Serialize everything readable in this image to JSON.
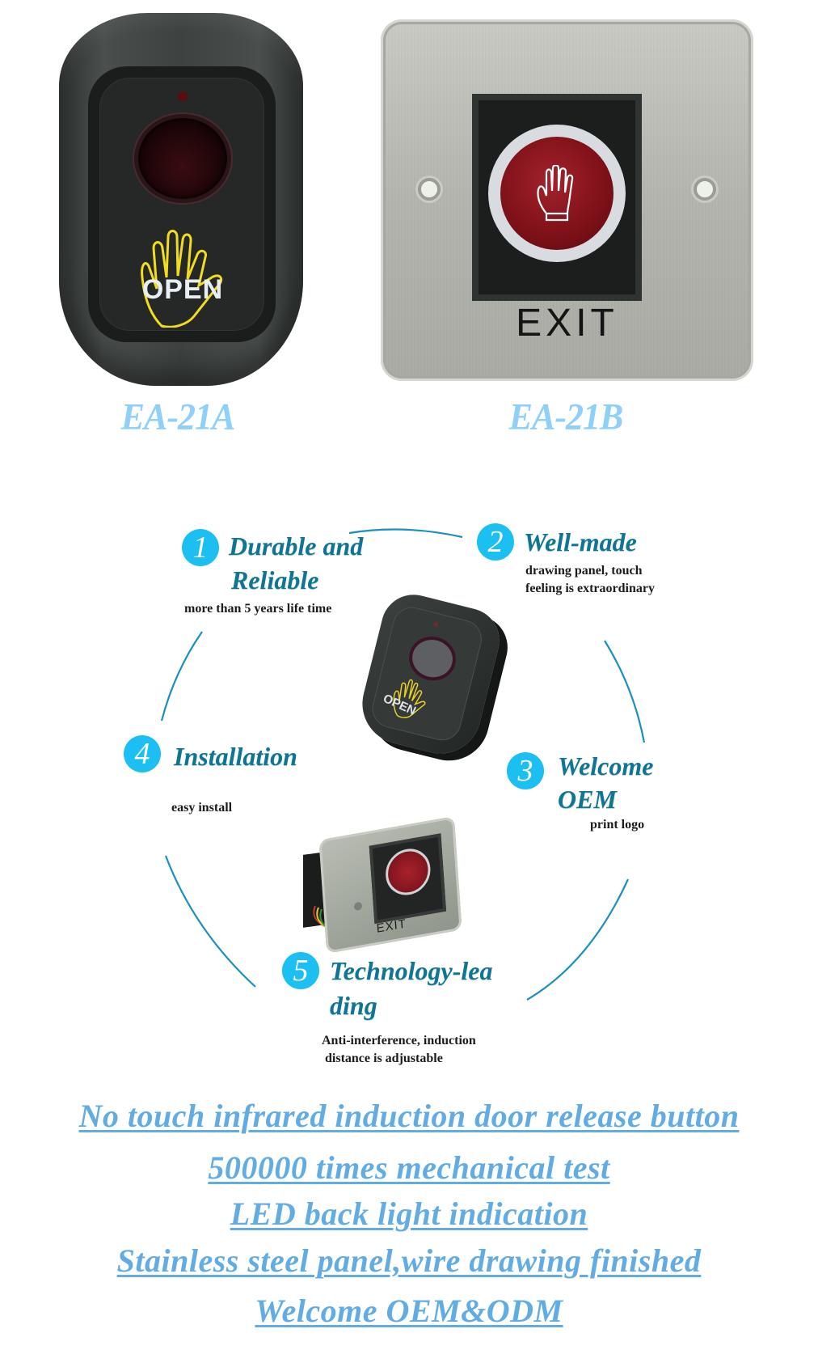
{
  "products": [
    {
      "model": "EA-21A",
      "panel_text": "OPEN",
      "description": "black plastic housing, infrared sensor window, red LED, yellow hand outline"
    },
    {
      "model": "EA-21B",
      "panel_text": "EXIT",
      "description": "brushed stainless steel plate, red button with white hand icon"
    }
  ],
  "features": [
    {
      "number": "1",
      "title_lines": [
        "Durable and",
        "Reliable"
      ],
      "subtitle_lines": [
        "more than 5 years life time"
      ]
    },
    {
      "number": "2",
      "title_lines": [
        "Well-made"
      ],
      "subtitle_lines": [
        "drawing panel, touch",
        "feeling is extraordinary"
      ]
    },
    {
      "number": "3",
      "title_lines": [
        "Welcome",
        "OEM"
      ],
      "subtitle_lines": [
        "print logo"
      ]
    },
    {
      "number": "4",
      "title_lines": [
        "Installation"
      ],
      "subtitle_lines": [
        "easy install"
      ]
    },
    {
      "number": "5",
      "title_lines": [
        "Technology-lea",
        "ding"
      ],
      "subtitle_lines": [
        "Anti-interference, induction",
        "distance is adjustable"
      ]
    }
  ],
  "middle_products": [
    {
      "panel_text": "OPEN"
    },
    {
      "panel_text": "EXIT"
    }
  ],
  "claims": [
    "No touch infrared induction door release button",
    "500000 times mechanical test",
    "LED back light indication",
    "Stainless steel panel,wire drawing finished",
    "Welcome OEM&ODM"
  ],
  "colors": {
    "model_label": "#8fd0fb",
    "badge_fill": "#1cbff2",
    "feature_title": "#0e7595",
    "arc_stroke": "#1a8fc0",
    "claim_text": "#62ace4",
    "hand_outline_yellow": "#f2dc1e"
  }
}
